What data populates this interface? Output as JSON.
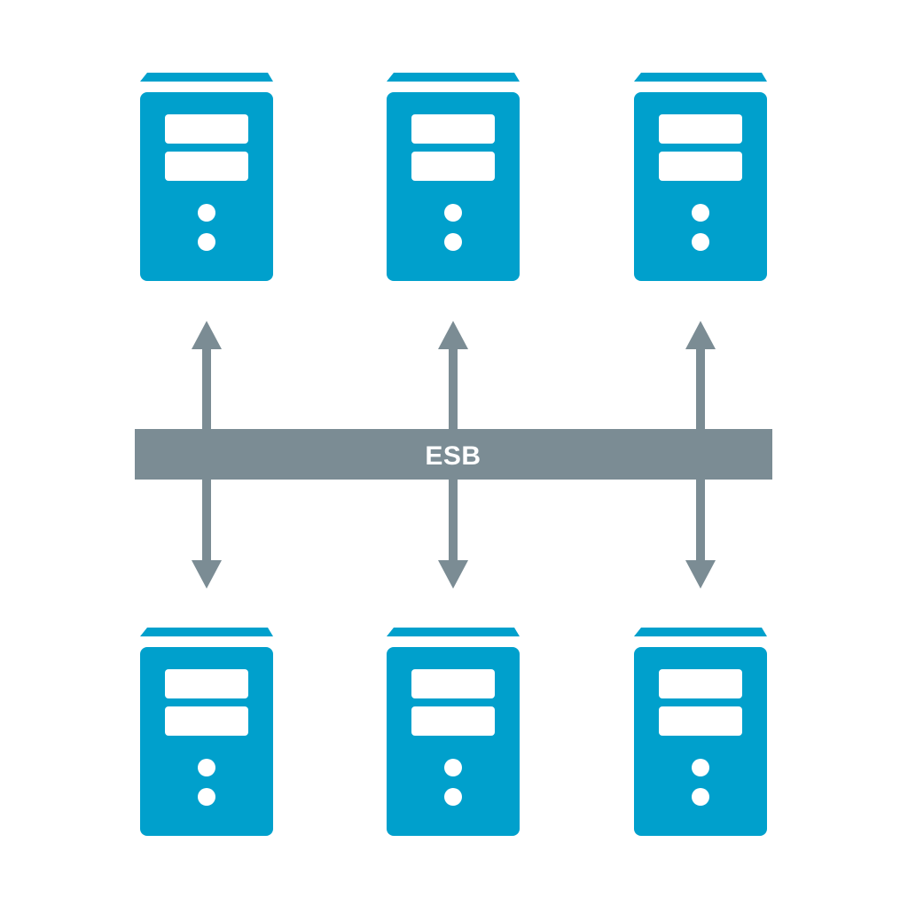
{
  "bus": {
    "label": "ESB"
  },
  "colors": {
    "server": "#00a0cc",
    "connector": "#7b8c94",
    "background": "#ffffff",
    "foreground": "#ffffff"
  },
  "icons": {
    "server": "server-icon",
    "arrow": "bidirectional-arrow-icon"
  },
  "servers": {
    "top_count": 3,
    "bottom_count": 3
  }
}
